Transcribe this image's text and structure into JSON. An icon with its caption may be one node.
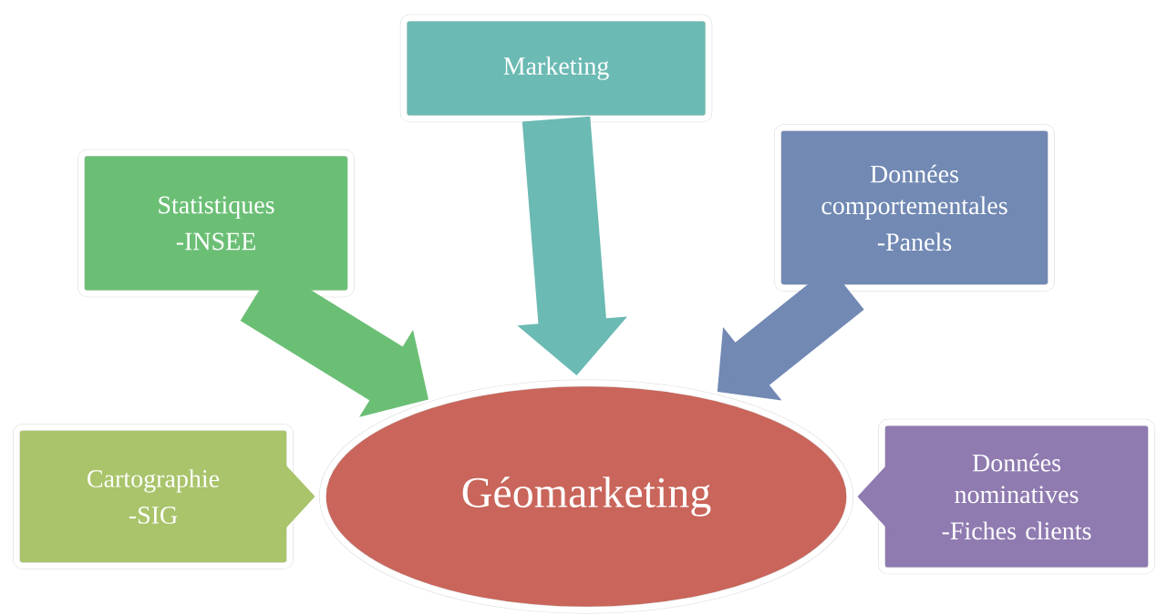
{
  "diagram": {
    "nodes": [
      {
        "text": [
          "Marketing"
        ]
      },
      {
        "text": [
          "Statistiques",
          "-INSEE"
        ]
      },
      {
        "text": [
          "Données comportementales",
          "-Panels"
        ]
      },
      {
        "text": [
          "Cartographie",
          "-SIG"
        ]
      },
      {
        "text": [
          "Géomarketing"
        ]
      },
      {
        "text": [
          "Données nominatives",
          "-Fiches clients"
        ]
      }
    ],
    "edges": [
      {
        "from": 0,
        "to": 4,
        "arrow": "to",
        "color": "#6bbab3"
      },
      {
        "from": 1,
        "to": 4,
        "arrow": "to",
        "color": "#6bbf75"
      },
      {
        "from": 2,
        "to": 4,
        "arrow": "to",
        "color": "#7189b3"
      },
      {
        "from": 3,
        "to": 4,
        "arrow": "to",
        "color": "#a9c46a"
      },
      {
        "from": 5,
        "to": 4,
        "arrow": "to",
        "color": "#8f7bb0"
      }
    ]
  }
}
